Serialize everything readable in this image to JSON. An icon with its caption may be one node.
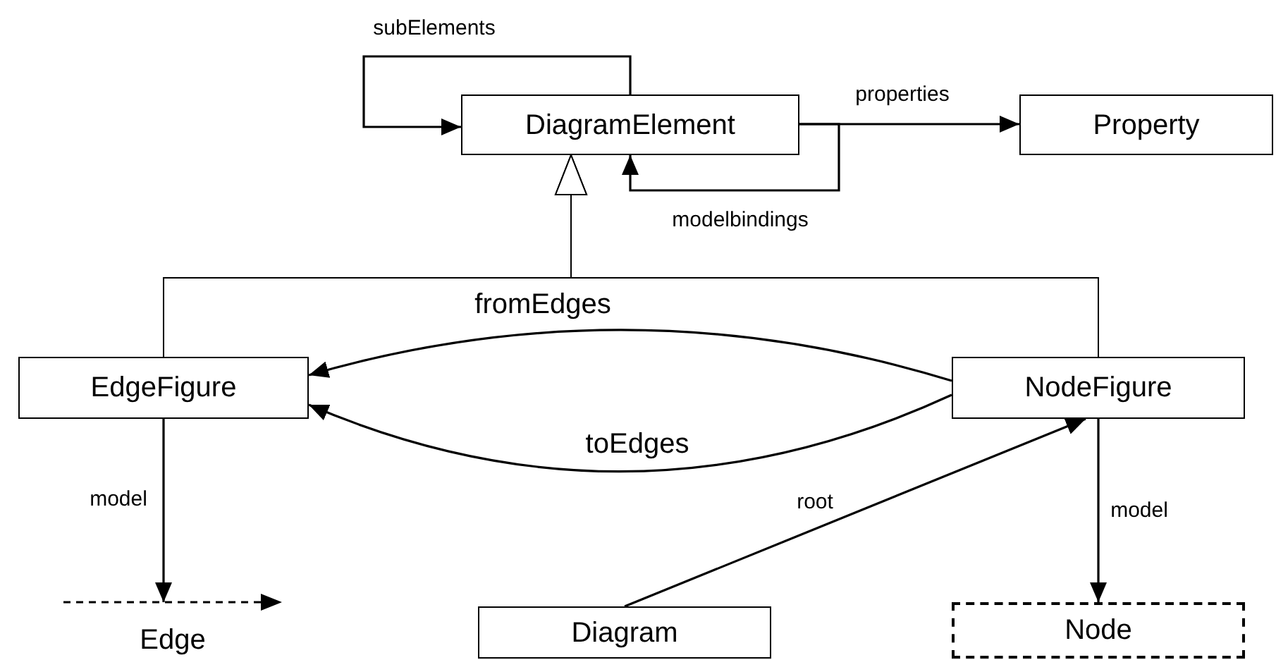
{
  "diagram": {
    "nodes": [
      {
        "text": [
          "DiagramElement"
        ]
      },
      {
        "text": [
          "Property"
        ]
      },
      {
        "text": [
          "EdgeFigure"
        ]
      },
      {
        "text": [
          "NodeFigure"
        ]
      },
      {
        "text": [
          "Diagram"
        ]
      },
      {
        "text": [
          "Node"
        ]
      },
      {
        "text": [
          "Edge"
        ]
      }
    ],
    "edges": [
      {
        "from": 0,
        "to": 0,
        "arrow": "to",
        "label": "subElements"
      },
      {
        "from": 0,
        "to": 1,
        "arrow": "to",
        "label": "properties"
      },
      {
        "from": 0,
        "to": 0,
        "arrow": "to",
        "label": "modelbindings"
      },
      {
        "from": 2,
        "to": 0,
        "arrow": "to"
      },
      {
        "from": 3,
        "to": 0,
        "arrow": "to"
      },
      {
        "from": 3,
        "to": 2,
        "arrow": "to",
        "label": "fromEdges"
      },
      {
        "from": 3,
        "to": 2,
        "arrow": "to",
        "label": "toEdges"
      },
      {
        "from": 2,
        "to": 6,
        "arrow": "to",
        "label": "model"
      },
      {
        "from": 4,
        "to": 3,
        "arrow": "to",
        "label": "root"
      },
      {
        "from": 3,
        "to": 5,
        "arrow": "to",
        "label": "model"
      }
    ]
  }
}
